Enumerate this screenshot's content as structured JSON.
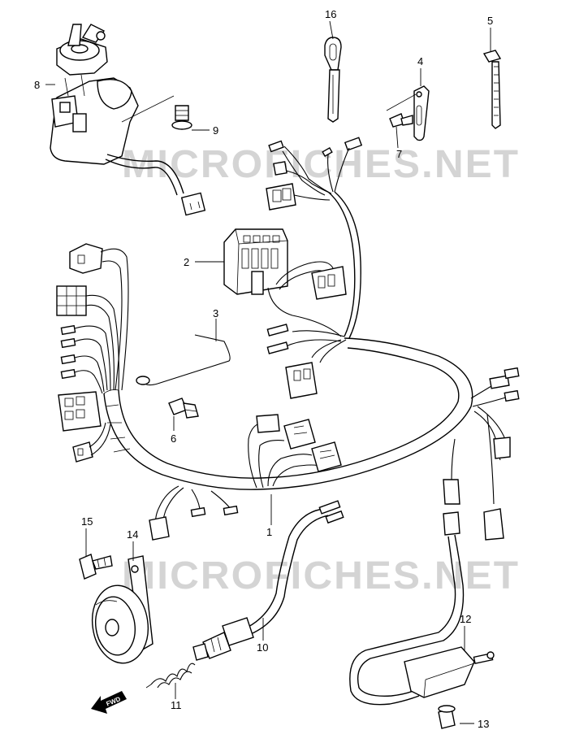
{
  "watermark": "MICROFICHES.NET",
  "fwd_label": "FWD",
  "callouts": [
    "1",
    "2",
    "3",
    "4",
    "5",
    "6",
    "7",
    "8",
    "9",
    "10",
    "11",
    "12",
    "13",
    "14",
    "15",
    "16"
  ],
  "colors": {
    "line": "#000000",
    "watermark": "#d4d4d4",
    "background": "#ffffff"
  }
}
